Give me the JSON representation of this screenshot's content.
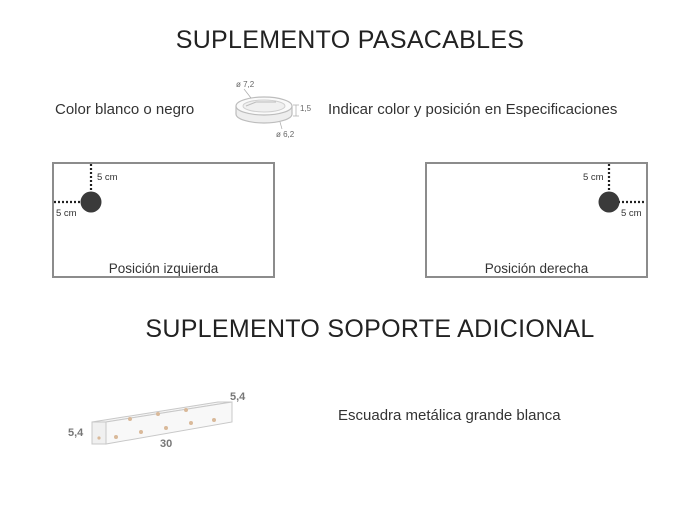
{
  "section1": {
    "title": "SUPLEMENTO PASACABLES",
    "color_text": "Color blanco o negro",
    "instruction_text": "Indicar color y posición en Especificaciones",
    "grommet_dims": {
      "top_diameter": "ø 7,2",
      "height": "1,5",
      "bottom_diameter": "ø 6,2"
    },
    "left_box": {
      "top_offset": "5 cm",
      "side_offset": "5 cm",
      "label": "Posición izquierda"
    },
    "right_box": {
      "top_offset": "5 cm",
      "side_offset": "5 cm",
      "label": "Posición derecha"
    }
  },
  "section2": {
    "title": "SUPLEMENTO SOPORTE ADICIONAL",
    "description": "Escuadra metálica grande blanca",
    "bracket_dims": {
      "width": "5,4",
      "height": "5,4",
      "length": "30"
    }
  },
  "colors": {
    "box_border": "#8c8c8c",
    "hole": "#3a3a3a",
    "text": "#333333"
  }
}
